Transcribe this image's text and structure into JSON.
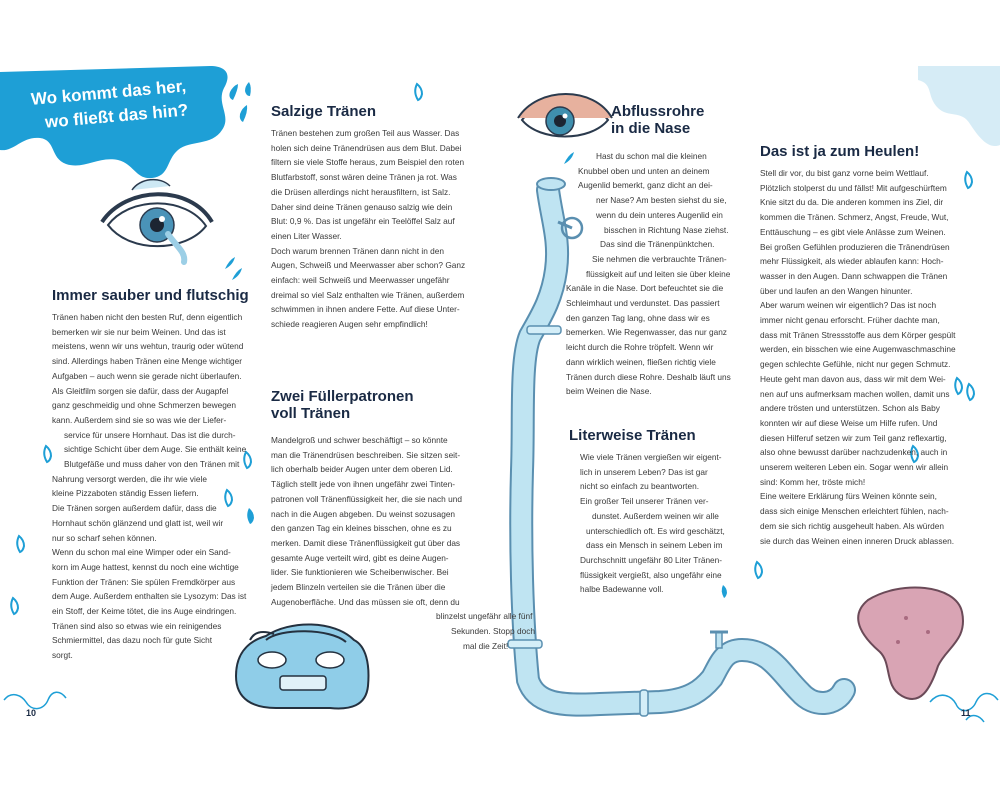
{
  "banner": {
    "line1": "Wo kommt das her,",
    "line2": "wo fließt das hin?"
  },
  "col1": {
    "heading": "Immer sauber und flutschig",
    "lines": [
      "Tränen haben nicht den besten Ruf, denn eigentlich",
      "bemerken wir sie nur beim Weinen. Und das ist",
      "meistens, wenn wir uns wehtun, traurig oder wütend",
      "sind. Allerdings haben Tränen eine Menge wichtiger",
      "Aufgaben – auch wenn sie gerade nicht überlaufen.",
      "Als Gleitfilm sorgen sie dafür, dass der Augapfel",
      "ganz geschmeidig und ohne Schmerzen bewegen",
      "kann. Außerdem sind sie so was wie der Liefer-",
      "service für unsere Hornhaut. Das ist die durch-",
      "sichtige Schicht über dem Auge. Sie enthält keine",
      "Blutgefäße und muss daher von den Tränen mit",
      "Nahrung versorgt werden, die ihr wie viele",
      "kleine Pizzaboten ständig Essen liefern.",
      "Die Tränen sorgen außerdem dafür, dass die",
      "Hornhaut schön glänzend und glatt ist, weil wir",
      "nur so scharf sehen können.",
      "Wenn du schon mal eine Wimper oder ein Sand-",
      "korn im Auge hattest, kennst du noch eine wichtige",
      "Funktion der Tränen: Sie spülen Fremdkörper aus",
      "dem Auge. Außerdem enthalten sie Lysozym: Das ist",
      "ein Stoff, der Keime tötet, die ins Auge eindringen.",
      "Tränen sind also so etwas wie ein reinigendes",
      "Schmiermittel, das dazu noch für gute Sicht",
      "sorgt."
    ]
  },
  "col2a": {
    "heading": "Salzige Tränen",
    "lines": [
      "Tränen bestehen zum großen Teil aus Wasser. Das",
      "holen sich deine Tränendrüsen aus dem Blut. Dabei",
      "filtern sie viele Stoffe heraus, zum Beispiel den roten",
      "Blutfarbstoff, sonst wären deine Tränen ja rot. Was",
      "die Drüsen allerdings nicht herausfiltern, ist Salz.",
      "Daher sind deine Tränen genauso salzig wie dein",
      "Blut: 0,9 %. Das ist ungefähr ein Teelöffel Salz auf",
      "einen Liter Wasser.",
      "Doch warum brennen Tränen dann nicht in den",
      "Augen, Schweiß und Meerwasser aber schon? Ganz",
      "einfach: weil Schweiß und Meerwasser ungefähr",
      "dreimal so viel Salz enthalten wie Tränen, außerdem",
      "schwimmen in ihnen andere Fette. Auf diese Unter-",
      "schiede reagieren Augen sehr empfindlich!"
    ]
  },
  "col2b": {
    "heading_line1": "Zwei Füllerpatronen",
    "heading_line2": "voll Tränen",
    "lines": [
      "Mandelgroß und schwer beschäftigt – so könnte",
      "man die Tränendrüsen beschreiben. Sie sitzen seit-",
      "lich oberhalb beider Augen unter dem oberen Lid.",
      "Täglich stellt jede von ihnen ungefähr zwei Tinten-",
      "patronen voll Tränenflüssigkeit her, die sie nach und",
      "nach in die Augen abgeben. Du weinst sozusagen",
      "den ganzen Tag ein kleines bisschen, ohne es zu",
      "merken. Damit diese Tränenflüssigkeit gut über das",
      "gesamte Auge verteilt wird, gibt es deine Augen-",
      "lider. Sie funktionieren wie Scheibenwischer. Bei",
      "jedem Blinzeln verteilen sie die Tränen über die",
      "Augenoberfläche. Und das müssen sie oft, denn du",
      "blinzelst ungefähr alle fünf",
      "Sekunden. Stopp doch",
      "mal die Zeit!"
    ]
  },
  "col3a": {
    "heading_line1": "Abflussrohre",
    "heading_line2": "in die Nase",
    "lines": [
      "Hast du schon mal die kleinen",
      "Knubbel oben und unten an deinem",
      "Augenlid bemerkt, ganz dicht an dei-",
      "ner Nase? Am besten siehst du sie,",
      "wenn du dein unteres Augenlid ein",
      "bisschen in Richtung Nase ziehst.",
      "Das sind die Tränenpünktchen.",
      "Sie nehmen die verbrauchte Tränen-",
      "flüssigkeit auf und leiten sie über kleine",
      "Kanäle in die Nase. Dort befeuchtet sie die",
      "Schleimhaut und verdunstet. Das passiert",
      "den ganzen Tag lang, ohne dass wir es",
      "bemerken. Wie Regenwasser, das nur ganz",
      "leicht durch die Rohre tröpfelt. Wenn wir",
      "dann wirklich weinen, fließen richtig viele",
      "Tränen durch diese Rohre. Deshalb läuft uns",
      "beim Weinen die Nase."
    ]
  },
  "col3b": {
    "heading": "Literweise Tränen",
    "lines": [
      "Wie viele Tränen vergießen wir eigent-",
      "lich in unserem Leben? Das ist gar",
      "nicht so einfach zu beantworten.",
      "Ein großer Teil unserer Tränen ver-",
      "dunstet. Außerdem weinen wir alle",
      "unterschiedlich oft. Es wird geschätzt,",
      "dass ein Mensch in seinem Leben im",
      "Durchschnitt ungefähr 80 Liter Tränen-",
      "flüssigkeit vergießt, also ungefähr eine",
      "halbe Badewanne voll."
    ]
  },
  "col4": {
    "heading": "Das ist ja zum Heulen!",
    "lines": [
      "Stell dir vor, du bist ganz vorne beim Wettlauf.",
      "Plötzlich stolperst du und fällst! Mit aufgeschürftem",
      "Knie sitzt du da. Die anderen kommen ins Ziel, dir",
      "kommen die Tränen. Schmerz, Angst, Freude, Wut,",
      "Enttäuschung – es gibt viele Anlässe zum Weinen.",
      "Bei großen Gefühlen produzieren die Tränendrüsen",
      "mehr Flüssigkeit, als wieder ablaufen kann: Hoch-",
      "wasser in den Augen. Dann schwappen die Tränen",
      "über und laufen an den Wangen hinunter.",
      "Aber warum weinen wir eigentlich? Das ist noch",
      "immer nicht genau erforscht. Früher dachte man,",
      "dass mit Tränen Stressstoffe aus dem Körper gespült",
      "werden, ein bisschen wie eine Augenwaschmaschine",
      "gegen schlechte Gefühle, nicht nur gegen Schmutz.",
      "Heute geht man davon aus, dass wir mit dem Wei-",
      "nen auf uns aufmerksam machen wollen, damit uns",
      "andere trösten und unterstützen. Schon als Baby",
      "konnten wir auf diese Weise um Hilfe rufen. Und",
      "diesen Hilferuf setzen wir zum Teil ganz reflexartig,",
      "also ohne bewusst darüber nachzudenken, auch in",
      "unserem weiteren Leben ein. Sogar wenn wir allein",
      "sind: Komm her, tröste mich!",
      "Eine weitere Erklärung fürs Weinen könnte sein,",
      "dass sich einige Menschen erleichtert fühlen, nach-",
      "dem sie sich richtig ausgeheult haben. Als würden",
      "sie durch das Weinen einen inneren Druck ablassen."
    ]
  },
  "page_numbers": {
    "left": "10",
    "right": "11"
  },
  "colors": {
    "accent_blue": "#1e9fd6",
    "pipe": "#bfe4f2",
    "pipe_stroke": "#5a8fb0",
    "heading": "#1a2a44",
    "nose": "#d9a4b4"
  },
  "icons": [
    "eye-icon",
    "teardrop-icon",
    "car-icon",
    "pipe-icon",
    "nose-icon",
    "tap-icon"
  ]
}
